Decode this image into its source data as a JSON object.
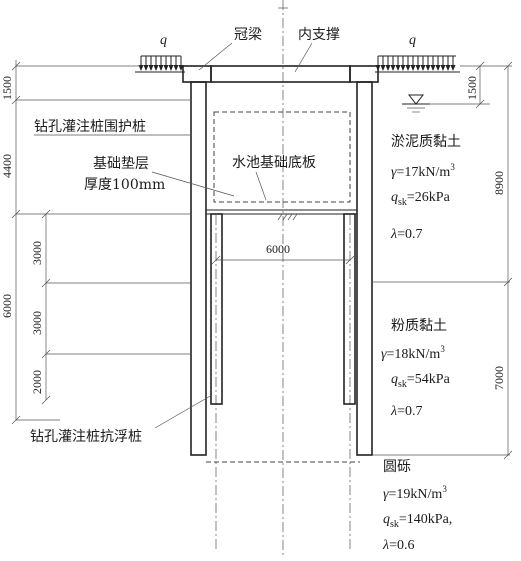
{
  "labels": {
    "load_left": "q",
    "load_right": "q",
    "crown_beam": "冠梁",
    "inner_support": "内支撑",
    "retaining_pile": "钻孔灌注桩围护桩",
    "foundation_cushion": "基础垫层",
    "cushion_thickness": "厚度100mm",
    "tank_base_slab": "水池基础底板",
    "anti_float_pile": "钻孔灌注桩抗浮桩"
  },
  "dimensions": {
    "left_1500": "1500",
    "left_4400": "4400",
    "left_3000_a": "3000",
    "left_3000_b": "3000",
    "left_2000": "2000",
    "left_6000": "6000",
    "width_6000": "6000",
    "right_1500": "1500",
    "right_8900": "8900",
    "right_7000": "7000"
  },
  "soil_layers": [
    {
      "name": "淤泥质黏土",
      "gamma_sym": "γ",
      "gamma_val": "=17kN/m",
      "gamma_exp": "3",
      "qsk_sym": "q",
      "qsk_sub": "sk",
      "qsk_val": "=26kPa",
      "lambda_sym": "λ",
      "lambda_val": "=0.7"
    },
    {
      "name": "粉质黏土",
      "gamma_sym": "γ",
      "gamma_val": "=18kN/m",
      "gamma_exp": "3",
      "qsk_sym": "q",
      "qsk_sub": "sk",
      "qsk_val": "=54kPa",
      "lambda_sym": "λ",
      "lambda_val": "=0.7"
    },
    {
      "name": "圆砾",
      "gamma_sym": "γ",
      "gamma_val": "=19kN/m",
      "gamma_exp": "3",
      "qsk_sym": "q",
      "qsk_sub": "sk",
      "qsk_val": "=140kPa,",
      "lambda_sym": "λ",
      "lambda_val": "=0.6"
    }
  ]
}
